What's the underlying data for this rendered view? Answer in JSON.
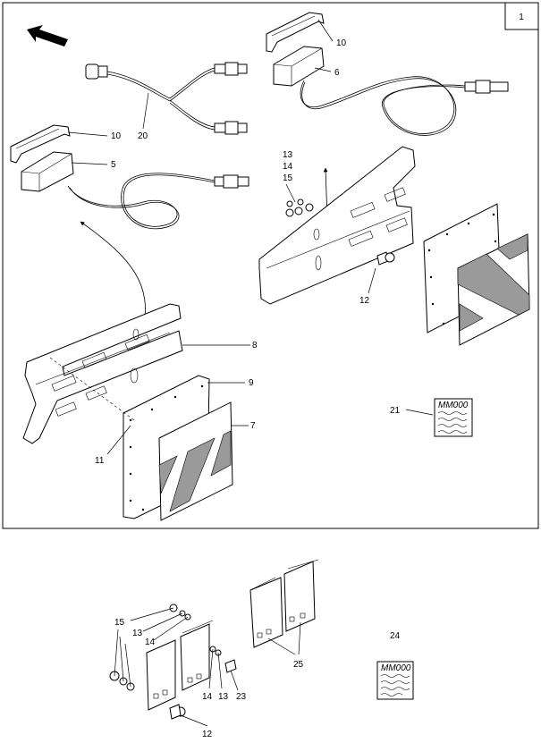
{
  "sheet": {
    "page_number": "1"
  },
  "callouts": {
    "c10a": "10",
    "c6": "6",
    "c20": "20",
    "c10b": "10",
    "c5": "5",
    "c13a": "13",
    "c14a": "14",
    "c15a": "15",
    "c12a": "12",
    "c8": "8",
    "c9": "9",
    "c7": "7",
    "c11": "11",
    "c21": "21",
    "c15b": "15",
    "c13b": "13",
    "c14b": "14",
    "c14c": "14",
    "c13c": "13",
    "c23": "23",
    "c25": "25",
    "c12b": "12",
    "c24": "24"
  },
  "manual_cards": {
    "card_a": "MM000",
    "card_b": "MM000"
  },
  "colors": {
    "line": "#000000",
    "fill_grey": "#9a9a9a",
    "background": "#ffffff"
  }
}
